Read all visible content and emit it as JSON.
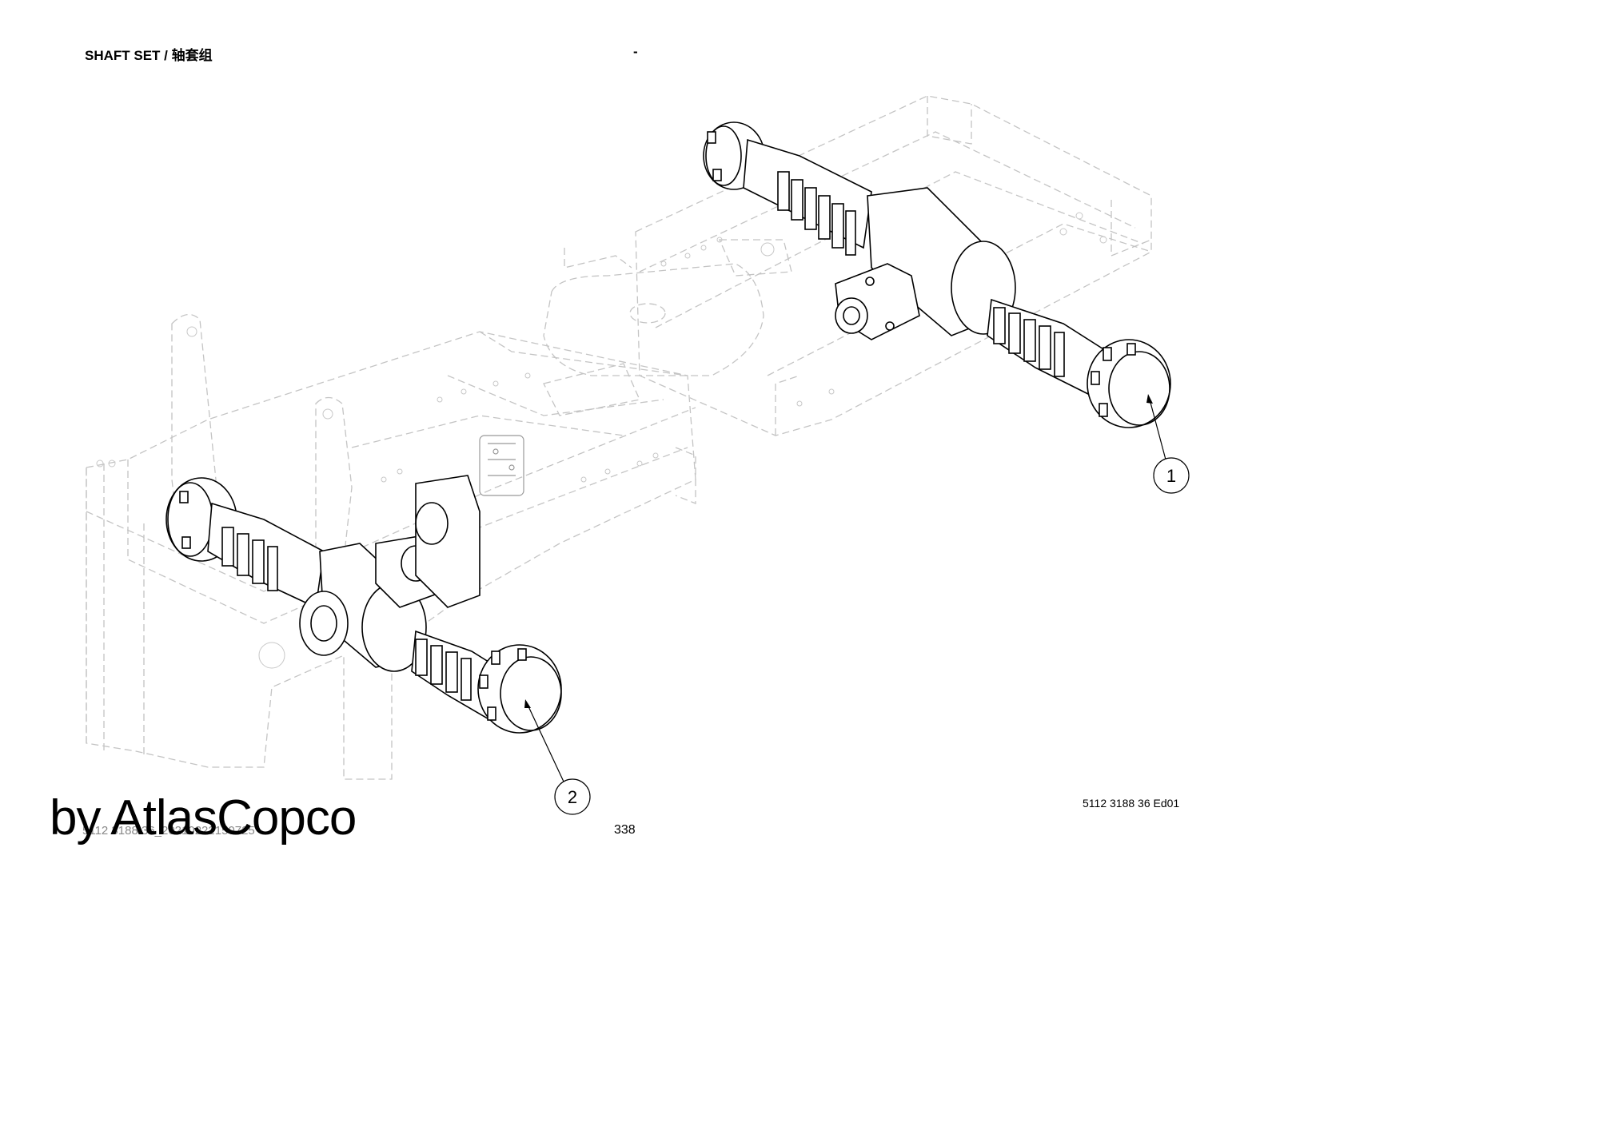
{
  "header": {
    "title": "SHAFT SET / 轴套组",
    "separator": "-"
  },
  "drawing": {
    "callouts": [
      {
        "label": "1"
      },
      {
        "label": "2"
      }
    ]
  },
  "footer": {
    "document_id": "5112 3188 36 Ed01",
    "file_name": "5112 3188 36_20210222150725",
    "page_number": "338"
  },
  "watermark": {
    "text": "by AtlasCopco"
  }
}
